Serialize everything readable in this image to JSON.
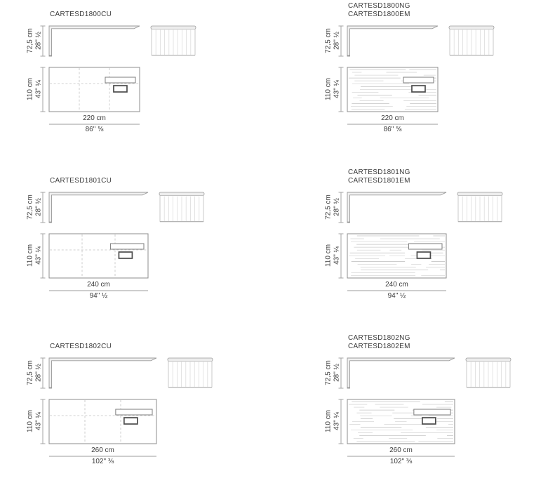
{
  "colors": {
    "dim_line": "#9b9b9b",
    "outline_mid": "#8c8c8c",
    "outline_light": "#bdbdbd",
    "dash_line": "#c2c2c2",
    "grain_dark": "#c6c6c6",
    "grain_light": "#d8d8d8",
    "stripe": "#dcdcdc",
    "drawer_outline": "#4c4c4c",
    "slab_fill": "#f0f0f0",
    "text": "#3b3b3b"
  },
  "panels": [
    {
      "titles": [
        "CARTESD1800CU",
        ""
      ],
      "height_cm": "72,5 cm",
      "height_in": "28\" ½",
      "depth_cm": "110 cm",
      "depth_in": "43\" ¼",
      "width_cm": "220 cm",
      "width_in": "86\" ⅝",
      "width_value": 220,
      "plan_texture": "dashed-seams"
    },
    {
      "titles": [
        "CARTESD1800NG",
        "CARTESD1800EM"
      ],
      "height_cm": "72,5 cm",
      "height_in": "28\" ½",
      "depth_cm": "110 cm",
      "depth_in": "43\" ¼",
      "width_cm": "220 cm",
      "width_in": "86\" ⅝",
      "width_value": 220,
      "plan_texture": "wood-grain"
    },
    {
      "titles": [
        "CARTESD1801CU",
        ""
      ],
      "height_cm": "72,5 cm",
      "height_in": "28\" ½",
      "depth_cm": "110 cm",
      "depth_in": "43\" ¼",
      "width_cm": "240 cm",
      "width_in": "94\" ½",
      "width_value": 240,
      "plan_texture": "dashed-seams"
    },
    {
      "titles": [
        "CARTESD1801NG",
        "CARTESD1801EM"
      ],
      "height_cm": "72,5 cm",
      "height_in": "28\" ½",
      "depth_cm": "110 cm",
      "depth_in": "43\" ¼",
      "width_cm": "240 cm",
      "width_in": "94\" ½",
      "width_value": 240,
      "plan_texture": "wood-grain"
    },
    {
      "titles": [
        "CARTESD1802CU",
        ""
      ],
      "height_cm": "72,5 cm",
      "height_in": "28\" ½",
      "depth_cm": "110 cm",
      "depth_in": "43\" ¼",
      "width_cm": "260 cm",
      "width_in": "102\" ⅜",
      "width_value": 260,
      "plan_texture": "dashed-seams"
    },
    {
      "titles": [
        "CARTESD1802NG",
        "CARTESD1802EM"
      ],
      "height_cm": "72,5 cm",
      "height_in": "28\" ½",
      "depth_cm": "110 cm",
      "depth_in": "43\" ¼",
      "width_cm": "260 cm",
      "width_in": "102\" ⅜",
      "width_value": 260,
      "plan_texture": "wood-grain"
    }
  ]
}
